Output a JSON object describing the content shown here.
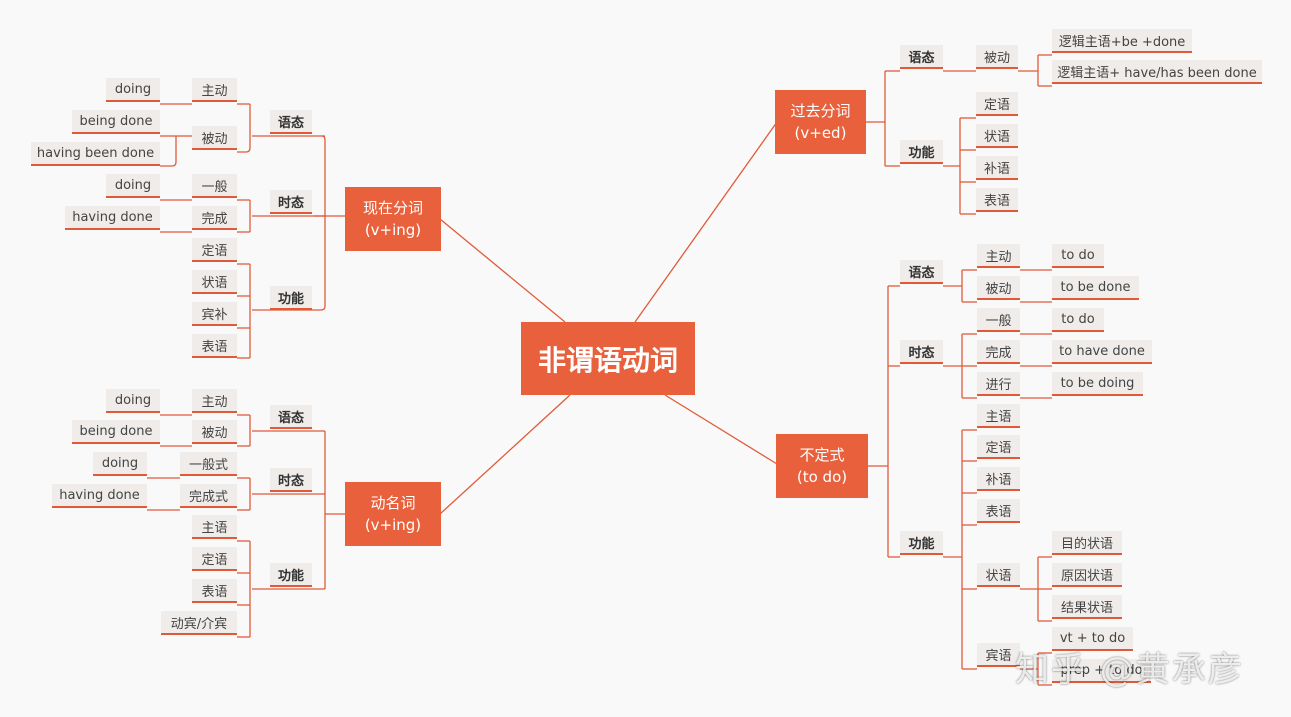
{
  "colors": {
    "accent": "#e8603c",
    "line": "#e05a3a",
    "chip": "#efece9"
  },
  "root": "非谓语动词",
  "branches": {
    "present_participle": {
      "title": "现在分词\n(v+ing)",
      "voice": "语态",
      "voice_active": "主动",
      "voice_active_form": "doing",
      "voice_passive": "被动",
      "voice_passive_forms": [
        "being done",
        "having been done"
      ],
      "tense": "时态",
      "tense_general": "一般",
      "tense_general_form": "doing",
      "tense_perfect": "完成",
      "tense_perfect_form": "having done",
      "function": "功能",
      "functions": [
        "定语",
        "状语",
        "宾补",
        "表语"
      ]
    },
    "gerund": {
      "title": "动名词\n(v+ing)",
      "voice": "语态",
      "voice_active": "主动",
      "voice_active_form": "doing",
      "voice_passive": "被动",
      "voice_passive_form": "being done",
      "tense": "时态",
      "tense_general": "一般式",
      "tense_general_form": "doing",
      "tense_perfect": "完成式",
      "tense_perfect_form": "having done",
      "function": "功能",
      "functions": [
        "主语",
        "定语",
        "表语",
        "动宾/介宾"
      ]
    },
    "past_participle": {
      "title": "过去分词\n(v+ed)",
      "voice": "语态",
      "voice_passive": "被动",
      "voice_passive_forms": [
        "逻辑主语+be +done",
        "逻辑主语+ have/has been done"
      ],
      "function": "功能",
      "functions": [
        "定语",
        "状语",
        "补语",
        "表语"
      ]
    },
    "infinitive": {
      "title": "不定式\n(to do)",
      "voice": "语态",
      "voice_active": "主动",
      "voice_active_form": "to do",
      "voice_passive": "被动",
      "voice_passive_form": "to be done",
      "tense": "时态",
      "tense_general": "一般",
      "tense_general_form": "to do",
      "tense_perfect": "完成",
      "tense_perfect_form": "to have done",
      "tense_progressive": "进行",
      "tense_progressive_form": "to be doing",
      "function": "功能",
      "functions": [
        "主语",
        "定语",
        "补语",
        "表语"
      ],
      "adverbial": "状语",
      "adverbials": [
        "目的状语",
        "原因状语",
        "结果状语"
      ],
      "object": "宾语",
      "objects": [
        "vt + to do",
        "prep + to do"
      ]
    }
  },
  "watermark": "知乎 @黄承彦"
}
